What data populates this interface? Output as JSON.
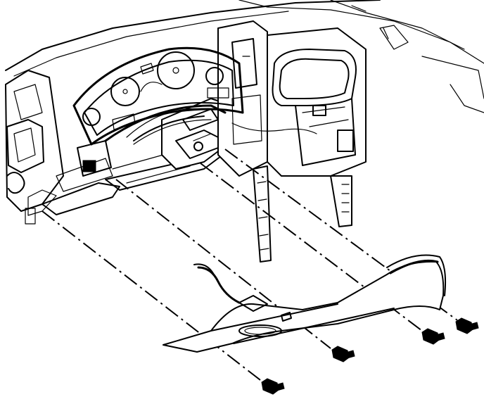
{
  "figure": {
    "description_free": true,
    "line_color": "#000000",
    "background_color": "#ffffff",
    "parts": [
      {
        "id": "instrument-panel",
        "icon": "dashboard-assembly-icon"
      },
      {
        "id": "instrument-cluster",
        "icon": "gauge-cluster-icon"
      },
      {
        "id": "knee-bolster-trim",
        "icon": "trim-panel-icon"
      },
      {
        "id": "fastener",
        "icon": "screw-icon",
        "count": 4
      }
    ]
  }
}
